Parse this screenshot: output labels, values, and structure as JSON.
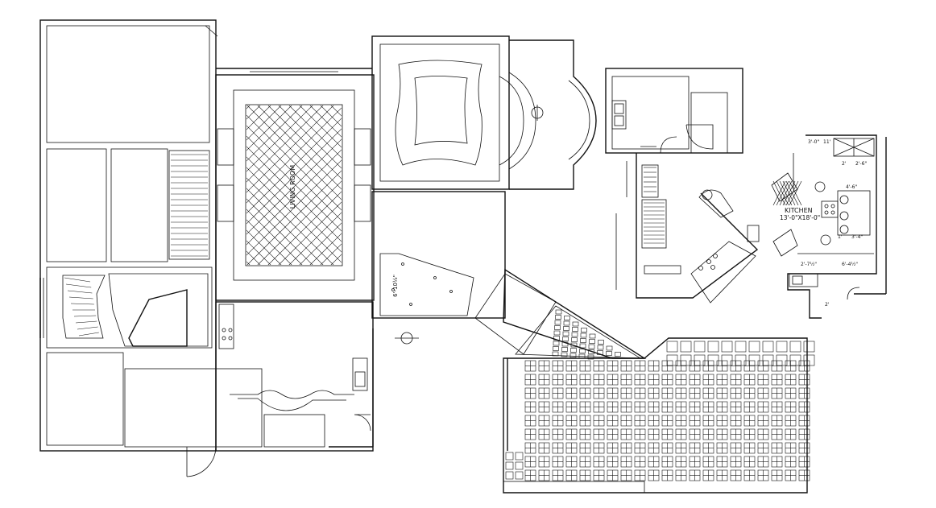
{
  "colors": {
    "background": "#ffffff",
    "linework": "#111111"
  },
  "labels": {
    "living_room": "LIVING ROOM",
    "ceiling_dim": "6'-10½\"",
    "kitchen_title": "KITCHEN",
    "kitchen_size": "13'-0\"X18'-0\"",
    "dim_1": "3'-0\"",
    "dim_2": "11'",
    "dim_3": "2'",
    "dim_4": "2'-6\"",
    "dim_5": "4'-6\"",
    "dim_6": "3'-4\"",
    "dim_7": "2'-7½\"",
    "dim_8": "6'-4½\"",
    "dim_9": "1'",
    "dim_10": "2'"
  },
  "icons": [
    "sink-icon",
    "cooktop-icon",
    "door-swing-icon",
    "stair-icon",
    "column-marker-icon"
  ]
}
